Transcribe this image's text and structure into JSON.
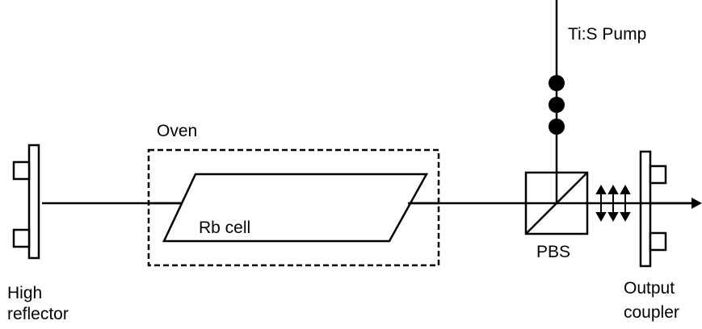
{
  "labels": {
    "high_reflector_line1": "High",
    "high_reflector_line2": "reflector",
    "oven": "Oven",
    "rb_cell": "Rb cell",
    "pump": "Ti:S Pump",
    "pbs": "PBS",
    "output_coupler_line1": "Output",
    "output_coupler_line2": "coupler"
  },
  "colors": {
    "line": "#000000",
    "background": "#ffffff"
  }
}
